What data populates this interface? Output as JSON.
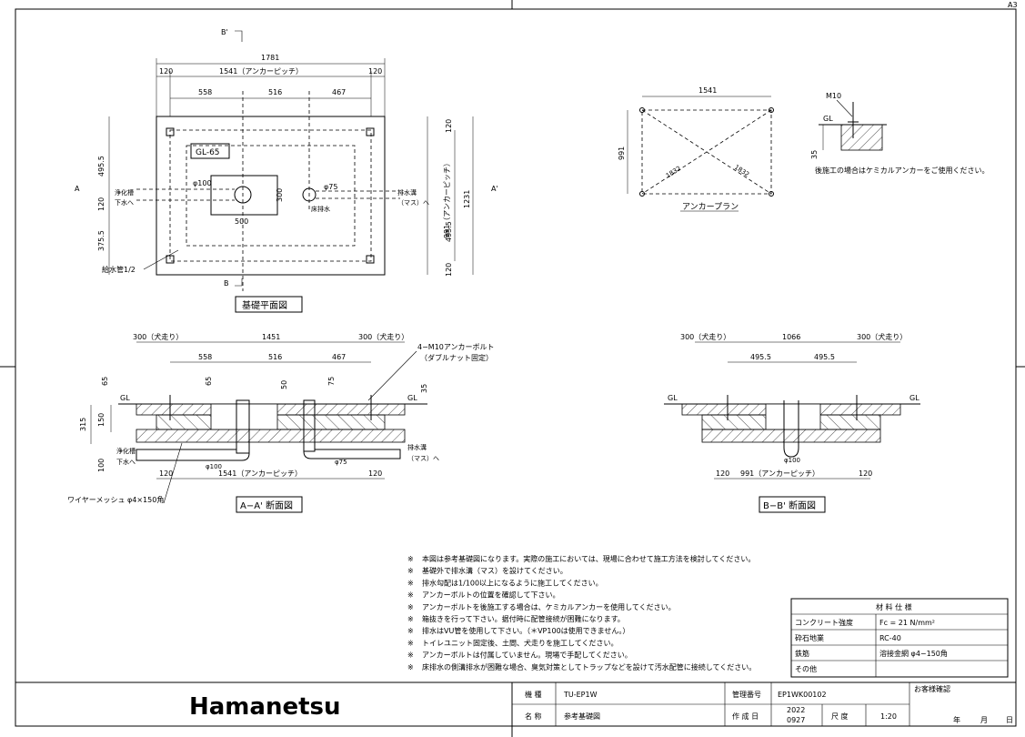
{
  "sheet": {
    "size": "A3"
  },
  "plan": {
    "title": "基礎平面図",
    "overall": "1781",
    "pitch_label": "1541（アンカーピッチ）",
    "side_120_left": "120",
    "side_120_right": "120",
    "seg1": "558",
    "seg2": "516",
    "seg3": "467",
    "gl_box": "GL-65",
    "pipe_d100": "φ100",
    "pipe_d75": "φ75",
    "dim_300": "300",
    "dim_500": "500",
    "left_dim_top": "495.5",
    "left_dim_mid": "120",
    "left_dim_bot": "375.5",
    "right_dim_top": "120",
    "right_dim_mid": "495.5",
    "right_dim_bot": "120",
    "right_pitch": "991（アンカーピッチ）",
    "right_total": "1231",
    "label_jouka": "浄化槽",
    "label_gesui": "下水へ",
    "label_haisui": "排水溝",
    "label_masu": "（マス）へ",
    "label_yukahaisui": "床排水",
    "label_kyusui": "給水管1/2",
    "sec_a": "A",
    "sec_a2": "A'",
    "sec_b": "B",
    "sec_b2": "B'"
  },
  "anchor_plan": {
    "title": "アンカープラン",
    "width": "1541",
    "height": "991",
    "diag1": "1832",
    "diag2": "1832"
  },
  "detail": {
    "m10": "M10",
    "gl": "GL",
    "dim35": "35",
    "note": "後施工の場合はケミカルアンカーをご使用ください。"
  },
  "section_a": {
    "title": "A−A' 断面図",
    "inu_left": "300（犬走り）",
    "inu_right": "300（犬走り）",
    "middle": "1451",
    "seg1": "558",
    "seg2": "516",
    "seg3": "467",
    "bolt_label": "4−M10アンカーボルト",
    "bolt_sub": "（ダブルナット固定）",
    "d65a": "65",
    "d65b": "65",
    "d50": "50",
    "d75": "75",
    "d35": "35",
    "d315": "315",
    "d150": "150",
    "d100": "100",
    "gl_left": "GL",
    "gl_right": "GL",
    "jouka": "浄化槽",
    "gesui": "下水へ",
    "haisui": "排水溝",
    "masu": "（マス）へ",
    "pipe100": "φ100",
    "pipe75": "φ75",
    "b120_left": "120",
    "b_pitch": "1541（アンカーピッチ）",
    "b120_right": "120",
    "mesh": "ワイヤーメッシュ φ4×150角"
  },
  "section_b": {
    "title": "B−B' 断面図",
    "inu_left": "300（犬走り）",
    "inu_right": "300（犬走り）",
    "middle": "1066",
    "seg1": "495.5",
    "seg2": "495.5",
    "gl_left": "GL",
    "gl_right": "GL",
    "pipe100": "φ100",
    "b120_left": "120",
    "b_pitch": "991（アンカーピッチ）",
    "b120_right": "120"
  },
  "notes": [
    "本図は参考基礎図になります。実際の施工においては、現場に合わせて施工方法を検討してください。",
    "基礎外で排水溝（マス）を設けてください。",
    "排水勾配は1/100以上になるように施工してください。",
    "アンカーボルトの位置を確認して下さい。",
    "アンカーボルトを後施工する場合は、ケミカルアンカーを使用してください。",
    "箱抜きを行って下さい。据付時に配管接続が困難になります。",
    "排水はVU管を使用して下さい。（＊VP100は使用できません。）",
    "トイレユニット固定後、土間、犬走りを施工してください。",
    "アンカーボルトは付属していません。現場で手配してください。",
    "床排水の側溝排水が困難な場合、臭気対策としてトラップなどを設けて汚水配管に接続してください。"
  ],
  "note_mark": "※",
  "spec": {
    "title": "材 料 仕 様",
    "rows": [
      {
        "k": "コンクリート強度",
        "v": "Fc = 21 N/mm²"
      },
      {
        "k": "砕石地業",
        "v": "RC-40"
      },
      {
        "k": "鉄筋",
        "v": "溶接金網 φ4−150角"
      },
      {
        "k": "その他",
        "v": ""
      }
    ]
  },
  "titleblock": {
    "logo": "Hamanetsu",
    "k_model": "機 種",
    "model": "TU-EP1W",
    "k_name": "名 称",
    "name": "参考基礎図",
    "k_mgmt": "管理番号",
    "mgmt": "EP1WK00102",
    "k_date": "作 成 日",
    "date_y": "2022",
    "date_md": "0927",
    "k_scale": "尺 度",
    "scale": "1:20",
    "k_customer": "お客様確認",
    "year": "年",
    "month": "月",
    "day": "日"
  }
}
